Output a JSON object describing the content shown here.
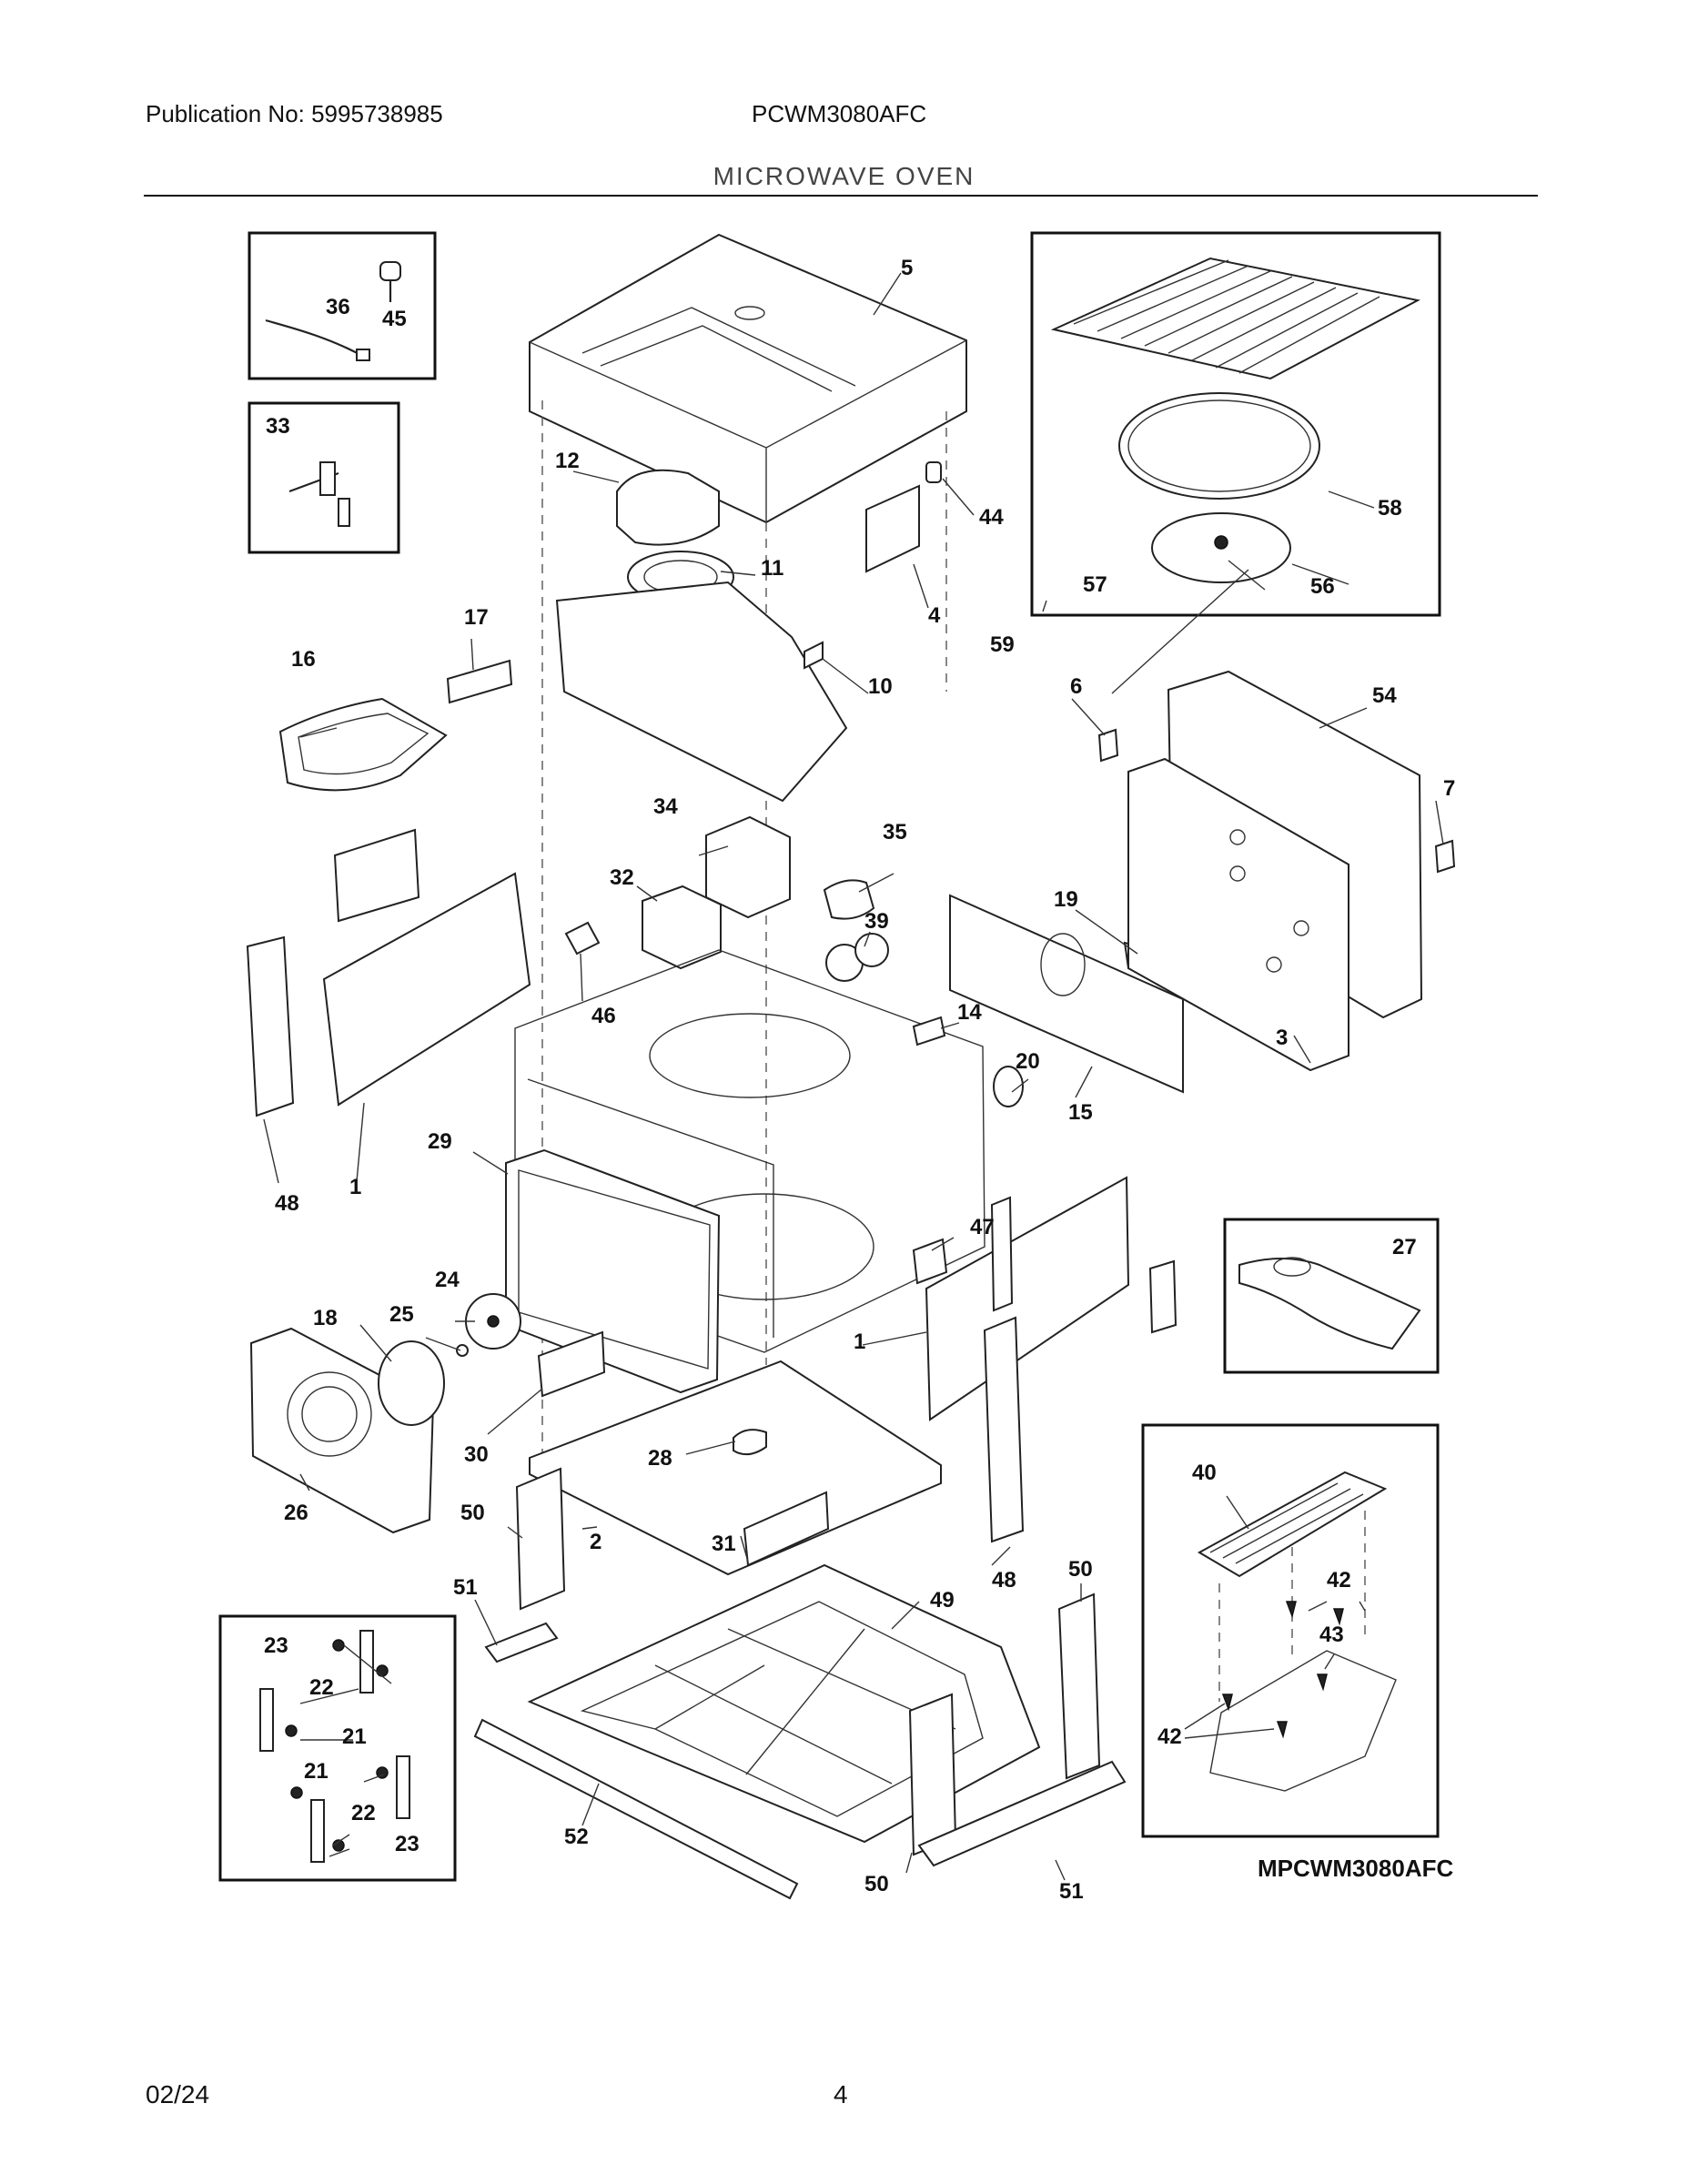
{
  "header": {
    "publication": "Publication No: 5995738985",
    "model": "PCWM3080AFC",
    "section_title": "MICROWAVE OVEN"
  },
  "footer": {
    "date": "02/24",
    "page_number": "4"
  },
  "diagram_code": "MPCWM3080AFC",
  "callouts": [
    "1",
    "1",
    "2",
    "3",
    "4",
    "5",
    "6",
    "7",
    "10",
    "11",
    "12",
    "14",
    "15",
    "16",
    "17",
    "18",
    "19",
    "20",
    "21",
    "21",
    "22",
    "22",
    "23",
    "23",
    "24",
    "25",
    "26",
    "27",
    "28",
    "29",
    "30",
    "31",
    "32",
    "33",
    "34",
    "35",
    "36",
    "39",
    "40",
    "42",
    "42",
    "43",
    "44",
    "45",
    "46",
    "47",
    "48",
    "48",
    "49",
    "50",
    "50",
    "50",
    "51",
    "51",
    "52",
    "54",
    "56",
    "57",
    "58",
    "59"
  ]
}
